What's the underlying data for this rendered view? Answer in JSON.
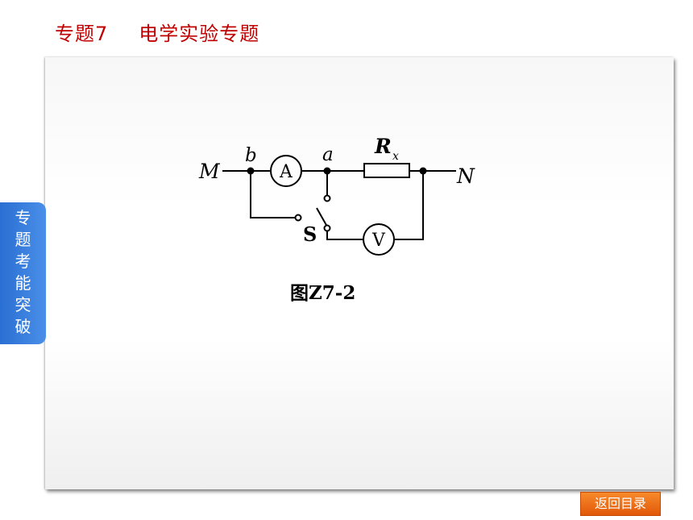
{
  "header": {
    "topic": "专题7",
    "title": "电学实验专题"
  },
  "side_tab": {
    "label": "专题考能突破",
    "chars": [
      "专",
      "题",
      "考",
      "能",
      "突",
      "破"
    ]
  },
  "figure": {
    "caption": "图Z7-2",
    "labels": {
      "M": "M",
      "N": "N",
      "b": "b",
      "a": "a",
      "R": "R",
      "x": "x",
      "ammeter": "A",
      "voltmeter": "V",
      "switch": "S"
    }
  },
  "back_button": {
    "label": "返回目录"
  },
  "colors": {
    "header_text": "#c00000",
    "side_tab": "#3a7fdc",
    "back_button": "#ee6d1a"
  }
}
